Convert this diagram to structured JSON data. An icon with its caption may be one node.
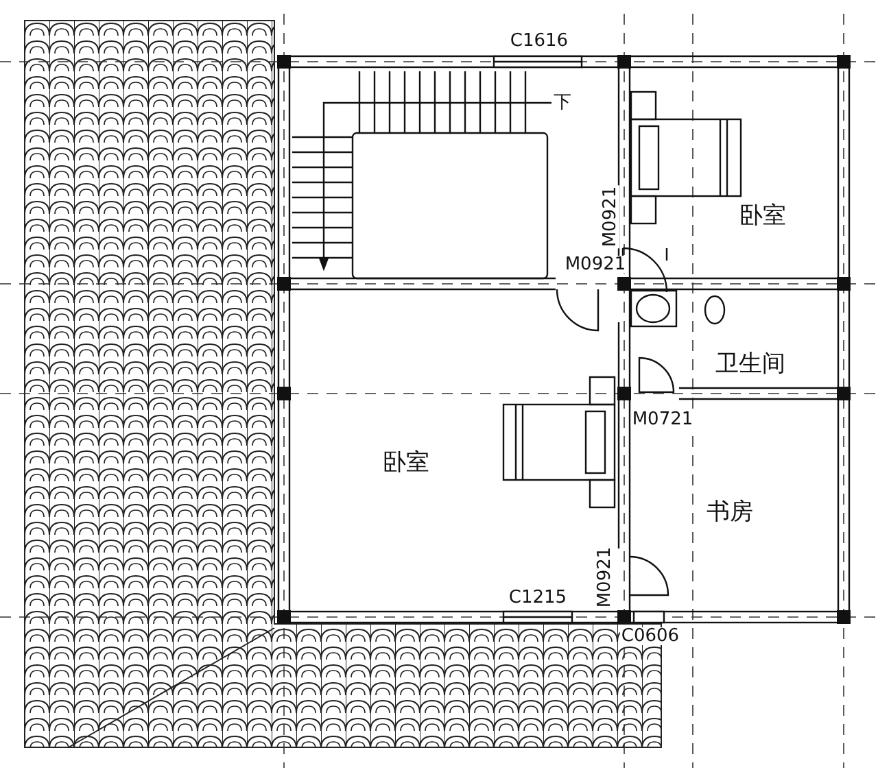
{
  "diagram": {
    "labels": [
      "C1616",
      "下",
      "M0921",
      "卧室",
      "M0921",
      "卫生间",
      "M0721",
      "卧室",
      "书房",
      "C1215",
      "M0921",
      "C0606"
    ]
  }
}
